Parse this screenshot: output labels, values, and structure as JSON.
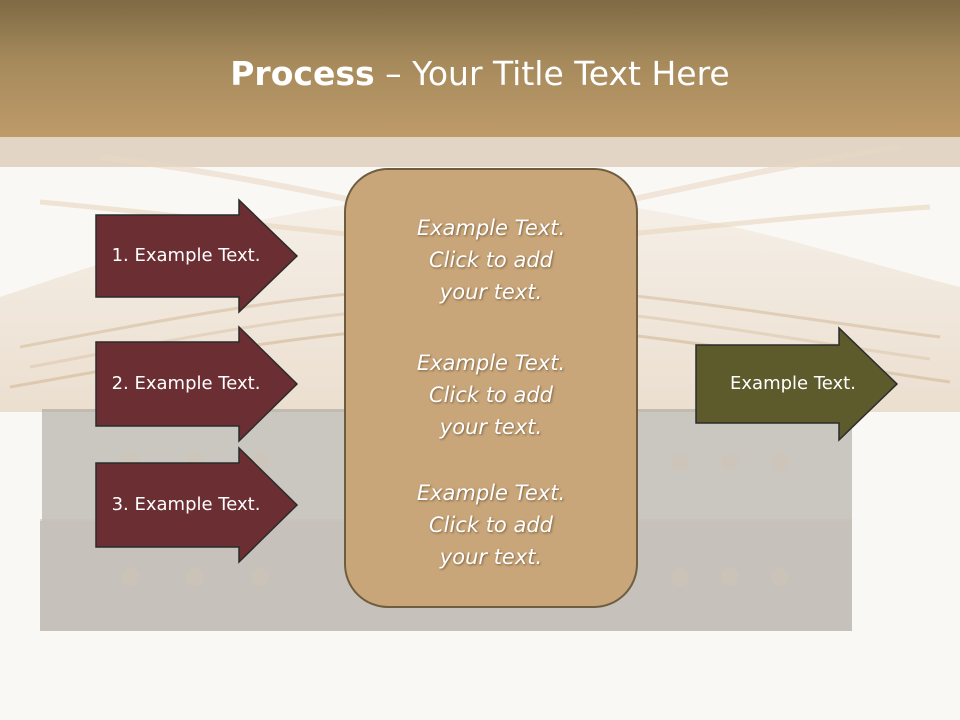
{
  "slide": {
    "title_bold": "Process",
    "title_rest": " – Your Title Text Here",
    "steps": [
      {
        "label": "1. Example Text."
      },
      {
        "label": "2. Example Text."
      },
      {
        "label": "3. Example Text."
      }
    ],
    "center_blocks": [
      {
        "line1": "Example Text.",
        "line2": "Click  to add",
        "line3": "your text."
      },
      {
        "line1": "Example Text.",
        "line2": "Click  to add",
        "line3": "your text."
      },
      {
        "line1": "Example Text.",
        "line2": "Click  to add",
        "line3": "your text."
      }
    ],
    "output": {
      "label": "Example Text."
    }
  },
  "colors": {
    "header": "#b08d5e",
    "step_arrow": "#6b2f33",
    "center_box": "#c9a679",
    "output_arrow": "#5d5a2c"
  }
}
